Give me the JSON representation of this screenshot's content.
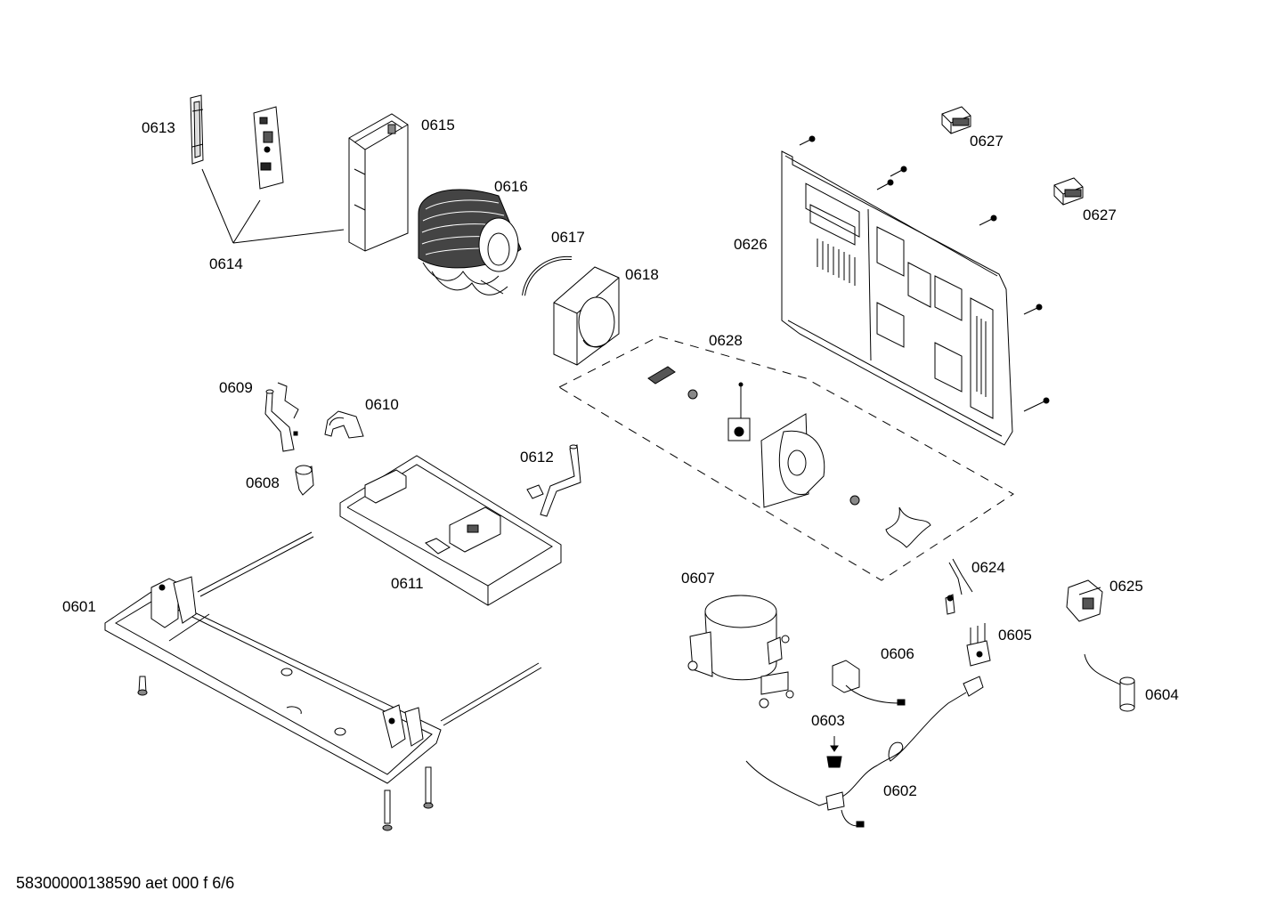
{
  "diagram": {
    "labels": {
      "p0601": "0601",
      "p0602": "0602",
      "p0603": "0603",
      "p0604": "0604",
      "p0605": "0605",
      "p0606": "0606",
      "p0607": "0607",
      "p0608": "0608",
      "p0609": "0609",
      "p0610": "0610",
      "p0611": "0611",
      "p0612": "0612",
      "p0613": "0613",
      "p0614": "0614",
      "p0615": "0615",
      "p0616": "0616",
      "p0617": "0617",
      "p0618": "0618",
      "p0624": "0624",
      "p0625": "0625",
      "p0626": "0626",
      "p0627a": "0627",
      "p0627b": "0627",
      "p0628": "0628"
    },
    "footer_text": "58300000138590 aet 000 f 6/6",
    "line_color": "#000000"
  }
}
